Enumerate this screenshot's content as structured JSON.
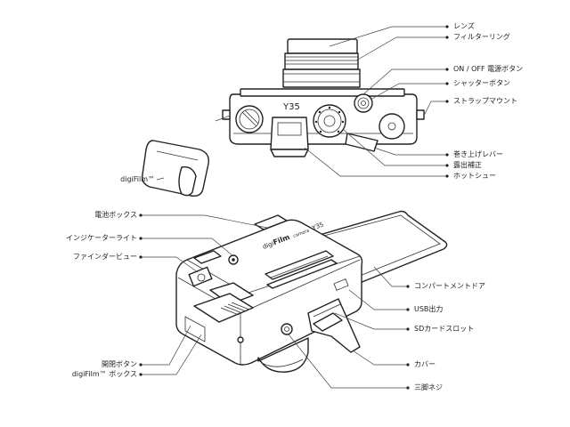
{
  "colors": {
    "ink": "#222222",
    "leader": "#444444",
    "background": "#ffffff"
  },
  "top_view": {
    "body_model": "Y35",
    "labels": {
      "lens": "レンズ",
      "filter_ring": "フィルターリング",
      "power_button": "ON / OFF 電源ボタン",
      "shutter_button": "シャッターボタン",
      "strap_mount": "ストラップマウント",
      "advance_lever": "巻き上げレバー",
      "exposure_compensation": "露出補正",
      "hot_shoe": "ホットシュー"
    }
  },
  "cartridge": {
    "label": "digiFilm™"
  },
  "bottom_view": {
    "brand_prefix": "digi",
    "brand_word": "Film",
    "brand_suffix": "camera",
    "brand_model": "Y35",
    "labels": {
      "battery_box": "電池ボックス",
      "indicator_light": "インジケーターライト",
      "viewfinder": "ファインダービュー",
      "compartment_door": "コンパートメントドア",
      "usb_output": "USB出力",
      "sd_slot": "SDカードスロット",
      "cover": "カバー",
      "tripod_screw": "三脚ネジ",
      "release_button": "開閉ボタン",
      "digifilm_box": "digiFilm™ ボックス"
    }
  }
}
